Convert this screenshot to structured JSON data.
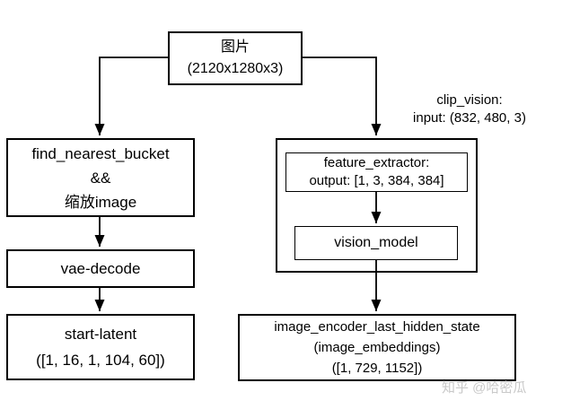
{
  "diagram": {
    "nodes": {
      "image": {
        "lines": [
          "图片",
          "(2120x1280x3)"
        ]
      },
      "find_nearest_bucket": {
        "lines": [
          "find_nearest_bucket",
          "&&",
          "缩放image"
        ]
      },
      "vae_decode": {
        "lines": [
          "vae-decode"
        ]
      },
      "start_latent": {
        "lines": [
          "start-latent",
          "([1, 16, 1, 104, 60])"
        ]
      },
      "clip_vision_label": {
        "lines": [
          "clip_vision:",
          "input: (832, 480, 3)"
        ]
      },
      "feature_extractor": {
        "lines": [
          "feature_extractor:",
          "output: [1, 3, 384, 384]"
        ]
      },
      "vision_model": {
        "lines": [
          "vision_model"
        ]
      },
      "image_encoder": {
        "lines": [
          "image_encoder_last_hidden_state",
          "(image_embeddings)",
          "([1, 729, 1152])"
        ]
      }
    },
    "watermark": "知乎 @哈密瓜",
    "colors": {
      "line": "#000000",
      "background": "#ffffff",
      "watermark": "#c9c9c9"
    }
  }
}
